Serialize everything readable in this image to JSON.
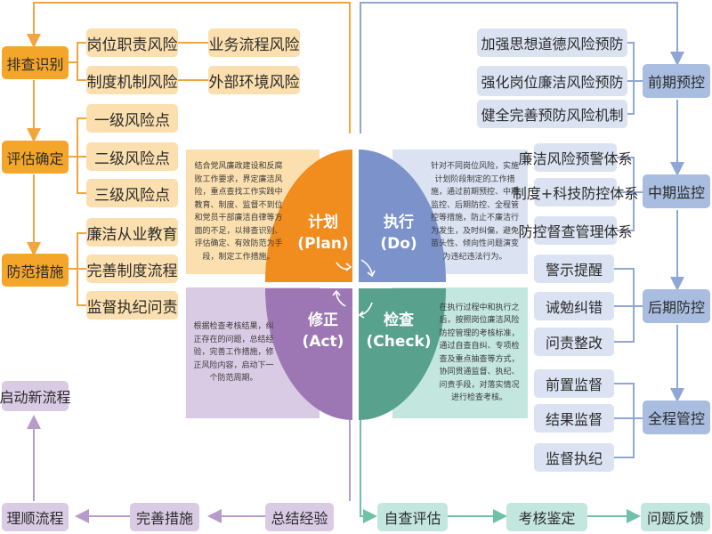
{
  "plan": {
    "title": "计划",
    "subtitle": "(Plan)",
    "description": "结合党风廉政建设和反腐败工作要求，界定廉洁风险，重点查找工作实践中教育、制度、监督不到位和党员干部廉洁自律等方面的不足，以排查识别、评估确定、有效防范为手段，制定工作措施。"
  },
  "do": {
    "title": "执行",
    "subtitle": "(Do)",
    "description": "针对不同岗位风险，实施计划阶段制定的工作措施，通过前期预控、中期监控、后期防控、全程管控等措施，防止不廉洁行为发生，及时纠偏，避免苗头性、倾向性问题演变为违纪违法行为。"
  },
  "check": {
    "title": "检查",
    "subtitle": "(Check)",
    "description": "在执行过程中和执行之后，按照岗位廉洁风险防控管理的考核标准，通过自查自纠、专项检查及重点抽查等方式，协同贯通监督、执纪、问责手段，对落实情况进行检查考核。"
  },
  "act": {
    "title": "修正",
    "subtitle": "(Act)",
    "description": "根据检查考核结果，纠正存在的问题，总结经验，完善工作措施，修正风险内容，启动下一个防范周期。"
  },
  "left": {
    "identify": {
      "label": "排查识别",
      "items": [
        "岗位职责风险",
        "业务流程风险",
        "制度机制风险",
        "外部环境风险"
      ]
    },
    "assess": {
      "label": "评估确定",
      "items": [
        "一级风险点",
        "二级风险点",
        "三级风险点"
      ]
    },
    "prevent": {
      "label": "防范措施",
      "items": [
        "廉洁从业教育",
        "完善制度流程",
        "监督执纪问责"
      ]
    }
  },
  "right": {
    "early": {
      "label": "前期预控",
      "items": [
        "加强思想道德风险预防",
        "强化岗位廉洁风险预防",
        "健全完善预防风险机制"
      ]
    },
    "mid": {
      "label": "中期监控",
      "items": [
        "廉洁风险预警体系",
        "制度+科技防控体系",
        "防控督查管理体系"
      ]
    },
    "late": {
      "label": "后期防控",
      "items": [
        "警示提醒",
        "诫勉纠错",
        "问责整改"
      ]
    },
    "whole": {
      "label": "全程管控",
      "items": [
        "前置监督",
        "结果监督",
        "监督执纪"
      ]
    }
  },
  "bottom": {
    "restart": "启动新流程",
    "purple": [
      "理顺流程",
      "完善措施",
      "总结经验"
    ],
    "green": [
      "自查评估",
      "考核鉴定",
      "问题反馈"
    ]
  },
  "colors": {
    "orange": "#f18c1e",
    "blue": "#7b92cb",
    "green": "#57a18d",
    "purple": "#9d77b4",
    "orange_light": "#fbdfae",
    "blue_light": "#dbe3f3",
    "green_light": "#c3e6de",
    "purple_light": "#dacbe5"
  }
}
